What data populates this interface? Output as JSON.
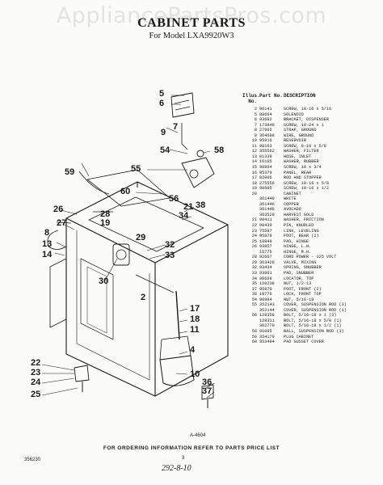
{
  "watermark": "AppliancePartsPros.com",
  "title": "CABINET PARTS",
  "subtitle": "For Model LXA9920W3",
  "parts_header": {
    "illus_no": "Illus. No.",
    "part_no": "Part No.",
    "description": "DESCRIPTION"
  },
  "parts": [
    {
      "illus": "2",
      "part": "96141",
      "desc": "SCREW, 10-16 x 5/16"
    },
    {
      "illus": "5",
      "part": "88664",
      "desc": "SOLENOID"
    },
    {
      "illus": "6",
      "part": "93692",
      "desc": "BRACKET, DISPENSER"
    },
    {
      "illus": "7",
      "part": "173848",
      "desc": "SCREW, 10-24 x 1"
    },
    {
      "illus": "8",
      "part": "27965",
      "desc": "STRAP, GROUND"
    },
    {
      "illus": "9",
      "part": "364698",
      "desc": "WIRE, GROUND"
    },
    {
      "illus": "10",
      "part": "95916",
      "desc": "RESERVOIR"
    },
    {
      "illus": "11",
      "part": "98163",
      "desc": "SCREW, 8-18 x 5/8"
    },
    {
      "illus": "12",
      "part": "355562",
      "desc": "WASHER, FILTER"
    },
    {
      "illus": "13",
      "part": "81339",
      "desc": "HOSE, INLET"
    },
    {
      "illus": "14",
      "part": "16105",
      "desc": "WASHER, RUBBER"
    },
    {
      "illus": "15",
      "part": "90864",
      "desc": "SCREW, 10 x 3/4"
    },
    {
      "illus": "16",
      "part": "85379",
      "desc": "PANEL, REAR"
    },
    {
      "illus": "17",
      "part": "82006",
      "desc": "ROD AND STOPPER"
    },
    {
      "illus": "18",
      "part": "275556",
      "desc": "SCREW, 10-16 x 5/8"
    },
    {
      "illus": "19",
      "part": "98605",
      "desc": "SCREW, 10-16 x 1/2"
    },
    {
      "illus": "20",
      "part": "",
      "desc": "CABINET"
    },
    {
      "illus": "",
      "part": "361449",
      "desc": "WHITE"
    },
    {
      "illus": "",
      "part": "361446",
      "desc": "COPPER"
    },
    {
      "illus": "",
      "part": "361448",
      "desc": "AVOCADO"
    },
    {
      "illus": "",
      "part": "363529",
      "desc": "HARVEST GOLD"
    },
    {
      "illus": "21",
      "part": "98411",
      "desc": "WASHER, FRICTION"
    },
    {
      "illus": "22",
      "part": "98439",
      "desc": "PIN, KNURLED"
    },
    {
      "illus": "23",
      "part": "75587",
      "desc": "LINK, LEVELING"
    },
    {
      "illus": "24",
      "part": "95879",
      "desc": "FOOT, REAR (2)"
    },
    {
      "illus": "25",
      "part": "18849",
      "desc": "PAD, HINGE"
    },
    {
      "illus": "26",
      "part": "93857",
      "desc": "HINGE, L.H."
    },
    {
      "illus": "",
      "part": "15775",
      "desc": "HINGE, R.H."
    },
    {
      "illus": "28",
      "part": "92667",
      "desc": "CORD POWER - 125 VOLT"
    },
    {
      "illus": "29",
      "part": "363426",
      "desc": "VALVE, MIXING"
    },
    {
      "illus": "32",
      "part": "93434",
      "desc": "SPRING, SNUBBER"
    },
    {
      "illus": "33",
      "part": "93861",
      "desc": "PAD, SNUBBER"
    },
    {
      "illus": "34",
      "part": "90669",
      "desc": "LOCATOR, TOP"
    },
    {
      "illus": "35",
      "part": "120238",
      "desc": "NUT, 1/2-13"
    },
    {
      "illus": "37",
      "part": "95870",
      "desc": "FOOT, FRONT (2)"
    },
    {
      "illus": "38",
      "part": "18776",
      "desc": "LOCK, FRONT TOP"
    },
    {
      "illus": "54",
      "part": "90984",
      "desc": "NUT, 5/16-18"
    },
    {
      "illus": "55",
      "part": "352143",
      "desc": "COVER, SUSPENSION ROD (3)"
    },
    {
      "illus": "",
      "part": "352144",
      "desc": "COVER, SUSPENSION ROD (1)"
    },
    {
      "illus": "56",
      "part": "128358",
      "desc": "BOLT, 5/16-18 x 1 (3)"
    },
    {
      "illus": "",
      "part": "128311",
      "desc": "BOLT, 5/16-18 x 5/8 (1)"
    },
    {
      "illus": "",
      "part": "362770",
      "desc": "BOLT, 5/16-18 x 1/2 (1)"
    },
    {
      "illus": "58",
      "part": "91095",
      "desc": "BALL, SUSPENSION ROD (3)"
    },
    {
      "illus": "59",
      "part": "354179",
      "desc": "PLUG CABINET"
    },
    {
      "illus": "60",
      "part": "353494",
      "desc": "PAD GUSSET COVER"
    }
  ],
  "callouts": [
    "5",
    "6",
    "7",
    "9",
    "54",
    "58",
    "59",
    "55",
    "60",
    "56",
    "38",
    "21",
    "34",
    "26",
    "28",
    "19",
    "27",
    "8",
    "13",
    "14",
    "29",
    "30",
    "32",
    "33",
    "2",
    "17",
    "18",
    "11",
    "4",
    "10",
    "22",
    "23",
    "24",
    "25",
    "36",
    "37"
  ],
  "diagram_code": "A-4604",
  "footer": "FOR ORDERING INFORMATION REFER TO PARTS PRICE LIST",
  "doc_number": "356230",
  "page_number": "3",
  "handwriting": "292-8-10"
}
